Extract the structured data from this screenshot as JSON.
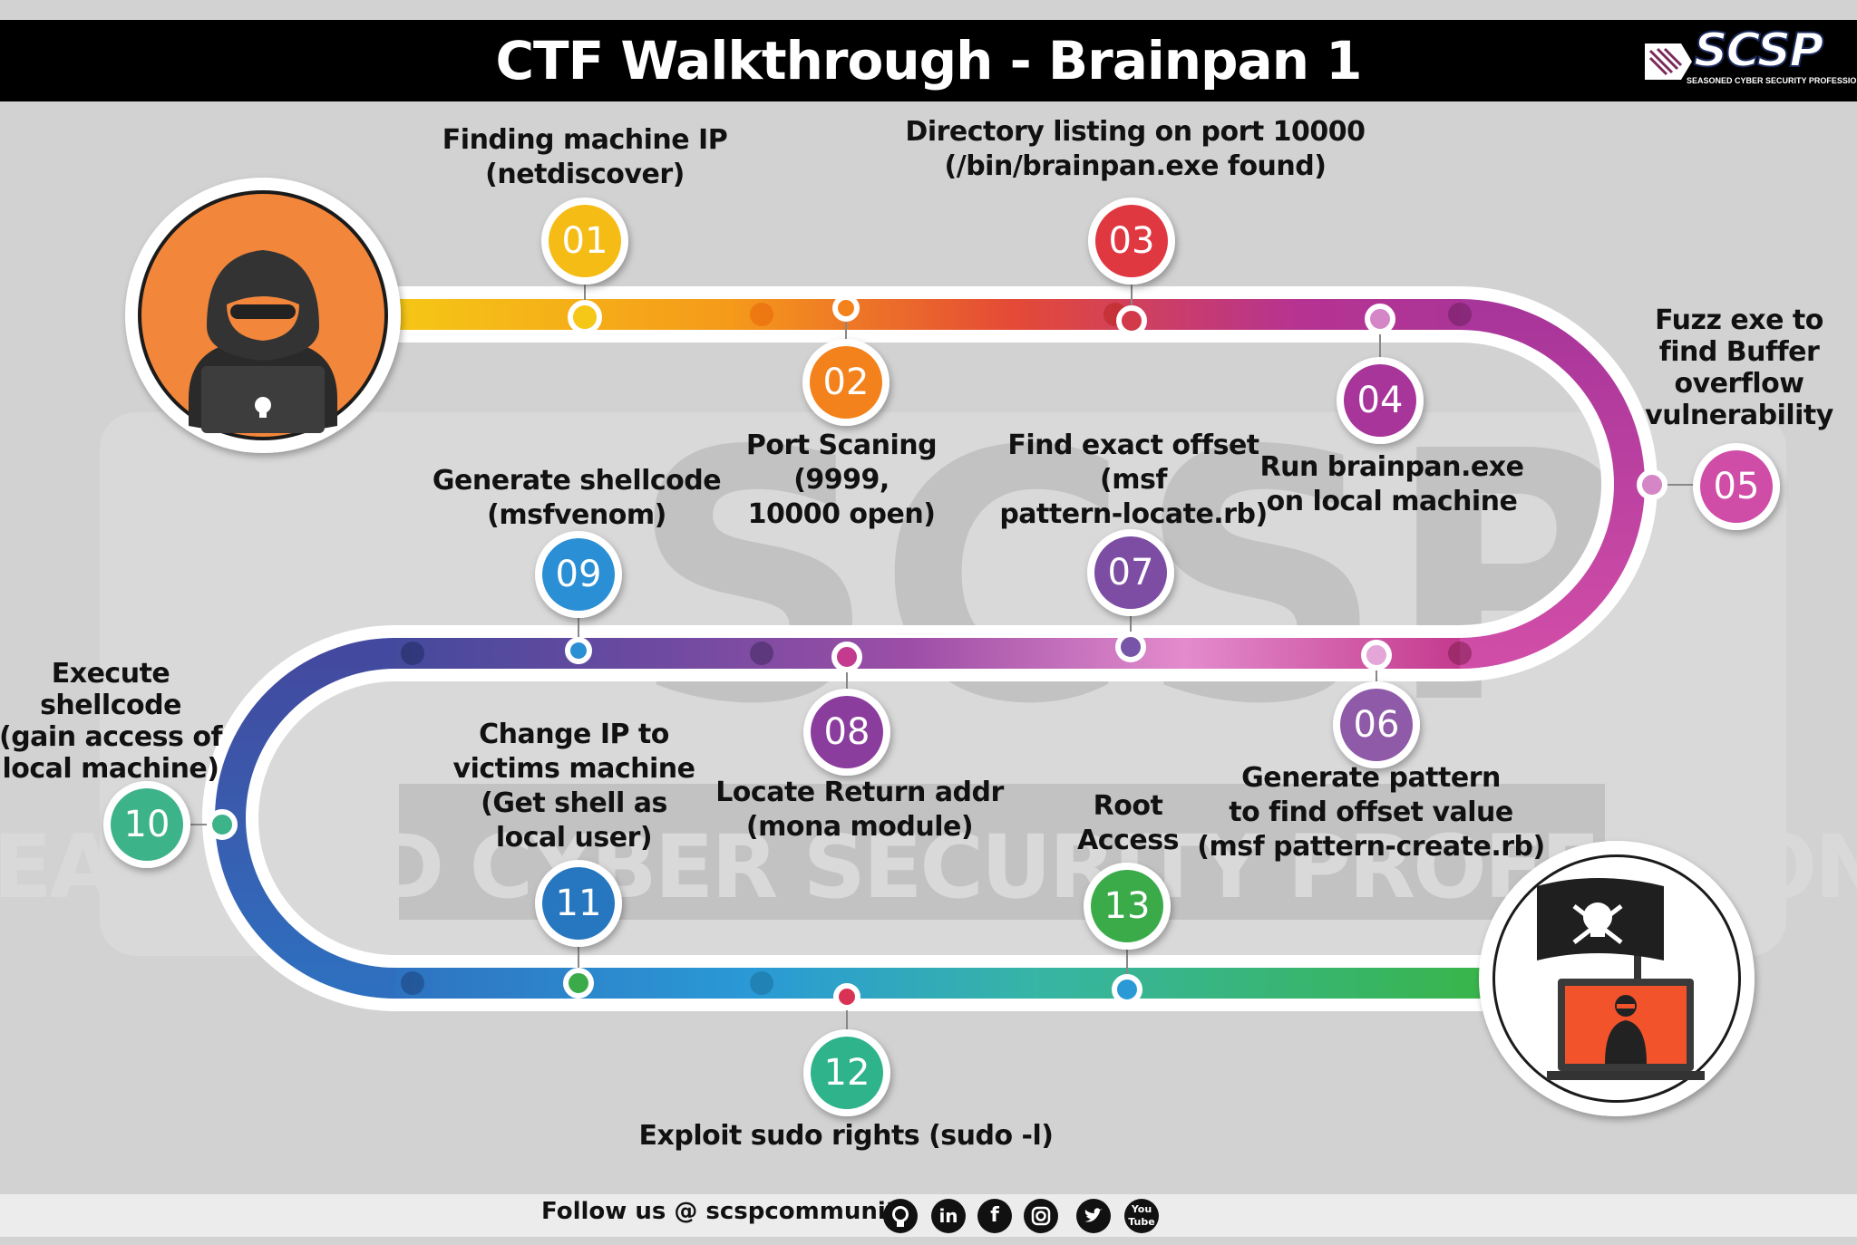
{
  "title": "CTF Walkthrough - Brainpan 1",
  "logo": {
    "text": "SCSP",
    "subtitle": "SEASONED CYBER SECURITY PROFESSIONALS"
  },
  "watermark": {
    "text": "SCSP",
    "subtitle": "SEASONED CYBER SECURITY PROFESSIONALS"
  },
  "steps": [
    {
      "number": "01",
      "label": [
        "Finding machine IP",
        "(netdiscover)"
      ],
      "color": "#f2b90f"
    },
    {
      "number": "02",
      "label": [
        "Port Scaning",
        "(9999,",
        "10000 open)"
      ],
      "color": "#f3821b"
    },
    {
      "number": "03",
      "label": [
        "Directory listing on port 10000",
        "(/bin/brainpan.exe found)"
      ],
      "color": "#e3383c"
    },
    {
      "number": "04",
      "label": [
        "Run brainpan.exe",
        "on local machine"
      ],
      "color": "#a8359a"
    },
    {
      "number": "05",
      "label": [
        "Fuzz exe to",
        "find Buffer",
        "overflow",
        "vulnerability"
      ],
      "color": "#d04da7"
    },
    {
      "number": "06",
      "label": [
        "Generate pattern",
        "to find offset value",
        "(msf pattern-create.rb)"
      ],
      "color": "#8f5aa8"
    },
    {
      "number": "07",
      "label": [
        "Find exact offset",
        "(msf",
        "pattern-locate.rb)"
      ],
      "color": "#7c4da3"
    },
    {
      "number": "08",
      "label": [
        "Locate Return addr",
        "(mona module)"
      ],
      "color": "#8a3d9d"
    },
    {
      "number": "09",
      "label": [
        "Generate shellcode",
        "(msfvenom)"
      ],
      "color": "#2b8fd4"
    },
    {
      "number": "10",
      "label": [
        "Execute",
        "shellcode",
        "(gain access of",
        "local machine)"
      ],
      "color": "#3db38a"
    },
    {
      "number": "11",
      "label": [
        "Change IP to",
        "victims machine",
        "(Get shell as",
        "local user)"
      ],
      "color": "#2577c0"
    },
    {
      "number": "12",
      "label": [
        "Exploit sudo rights (sudo -l)"
      ],
      "color": "#2fb38a"
    },
    {
      "number": "13",
      "label": [
        "Root",
        "Access"
      ],
      "color": "#3aab48"
    }
  ],
  "footer": {
    "follow": "Follow us @ scspcommunity"
  },
  "social_icons": [
    "github-icon",
    "linkedin-icon",
    "facebook-icon",
    "instagram-icon",
    "twitter-icon",
    "youtube-icon"
  ]
}
